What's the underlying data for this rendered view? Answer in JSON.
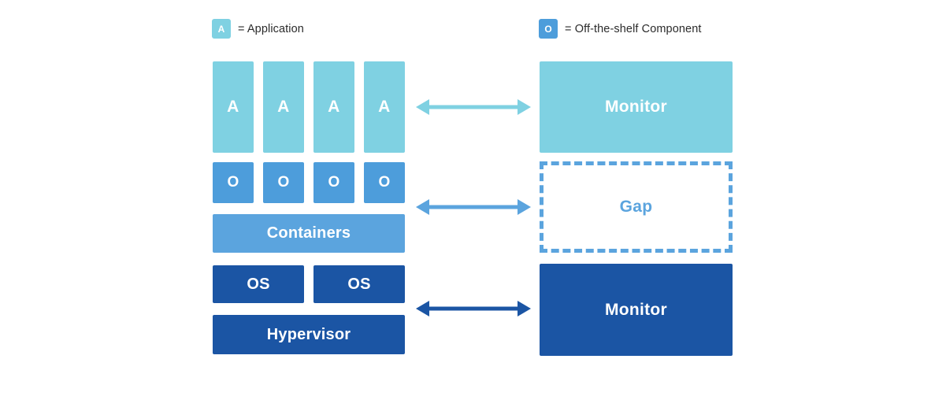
{
  "legend": {
    "application": {
      "swatch_label": "A",
      "swatch_color": "#7FD1E2",
      "text": "= Application",
      "icon": "application-swatch-icon"
    },
    "off_the_shelf": {
      "swatch_label": "O",
      "swatch_color": "#4D9DDB",
      "text": "= Off-the-shelf Component",
      "icon": "component-swatch-icon"
    }
  },
  "colors": {
    "application": "#7FD1E2",
    "component": "#4D9DDB",
    "containers": "#5BA4DE",
    "deep_blue": "#1B55A4",
    "gap_border": "#5BA4DE",
    "background": "#ffffff"
  },
  "left_stack": {
    "applications": [
      {
        "label": "A"
      },
      {
        "label": "A"
      },
      {
        "label": "A"
      },
      {
        "label": "A"
      }
    ],
    "components": [
      {
        "label": "O"
      },
      {
        "label": "O"
      },
      {
        "label": "O"
      },
      {
        "label": "O"
      }
    ],
    "containers": {
      "label": "Containers"
    },
    "operating_systems": [
      {
        "label": "OS"
      },
      {
        "label": "OS"
      }
    ],
    "hypervisor": {
      "label": "Hypervisor"
    }
  },
  "right_stack": {
    "monitor_top": {
      "label": "Monitor"
    },
    "gap": {
      "label": "Gap"
    },
    "monitor_bottom": {
      "label": "Monitor"
    }
  },
  "arrows": [
    {
      "name": "arrow-application-monitor",
      "color": "#7FD1E2"
    },
    {
      "name": "arrow-containers-gap",
      "color": "#5BA4DE"
    },
    {
      "name": "arrow-hypervisor-monitor",
      "color": "#1B55A4"
    }
  ]
}
